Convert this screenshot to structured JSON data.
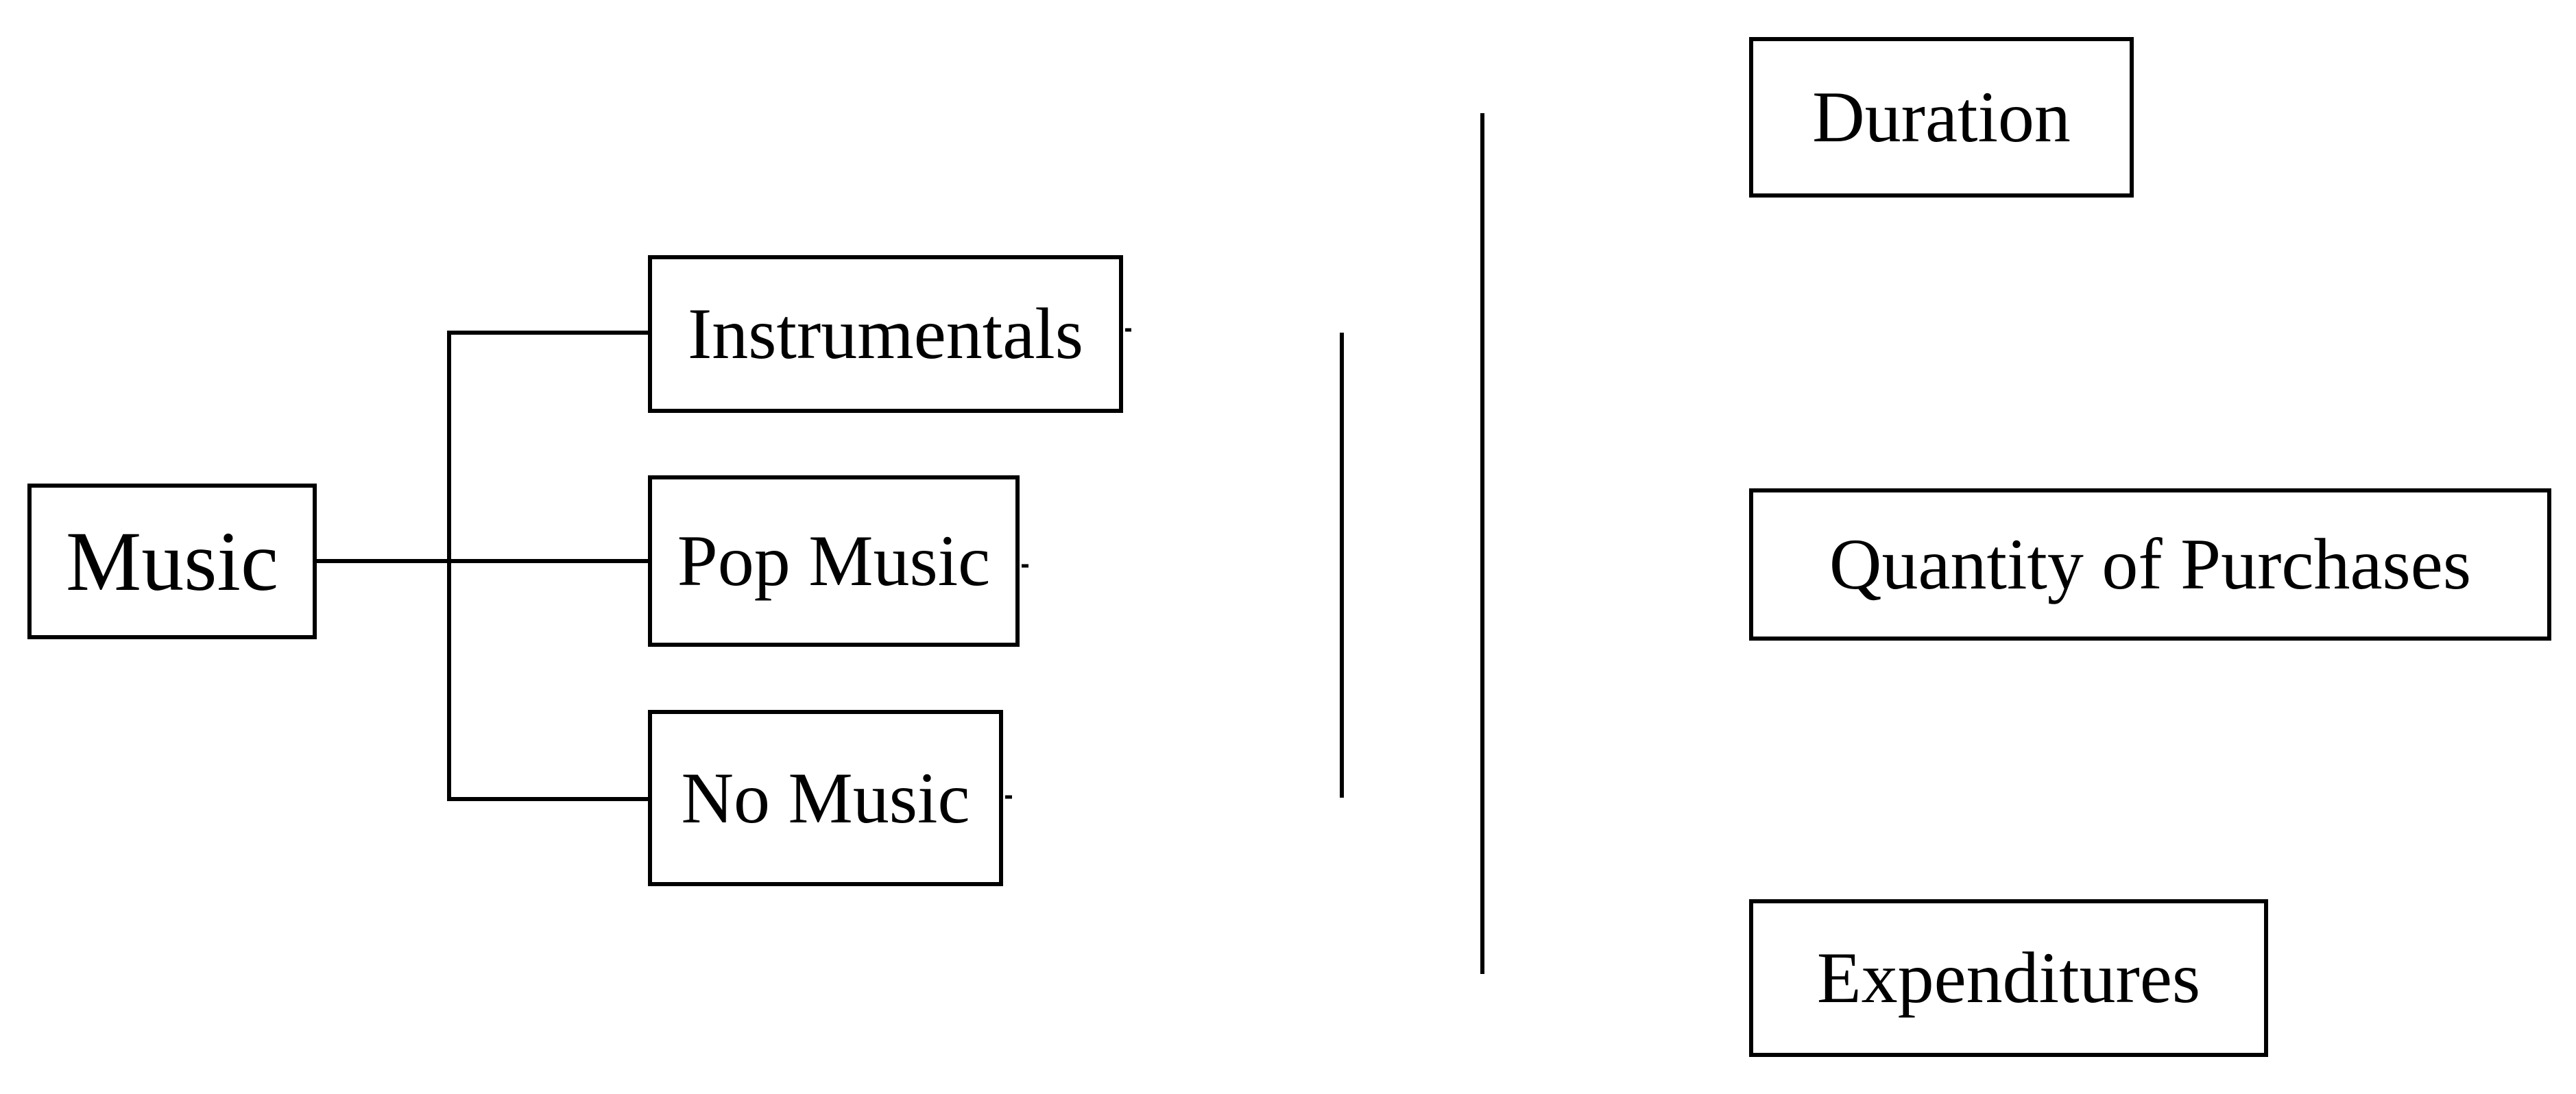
{
  "diagram": {
    "source": {
      "label": "Music"
    },
    "conditions": [
      {
        "label": "Instrumentals"
      },
      {
        "label": "Pop Music"
      },
      {
        "label": "No Music"
      }
    ],
    "outcomes": [
      {
        "label": "Duration"
      },
      {
        "label": "Quantity of Purchases"
      },
      {
        "label": "Expenditures"
      }
    ],
    "colors": {
      "stroke": "#000000",
      "background": "#ffffff"
    }
  }
}
